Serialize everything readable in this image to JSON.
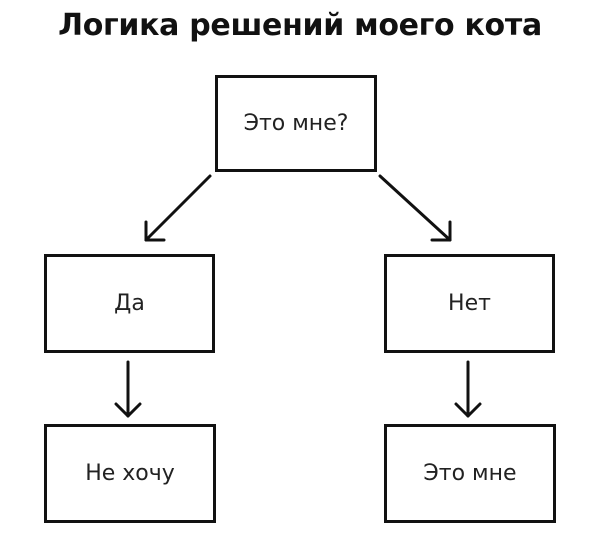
{
  "title": "Логика решений моего кота",
  "nodes": {
    "root": "Это мне?",
    "yes": "Да",
    "no": "Нет",
    "yes_result": "Не хочу",
    "no_result": "Это мне"
  },
  "edges": [
    {
      "from": "root",
      "to": "yes"
    },
    {
      "from": "root",
      "to": "no"
    },
    {
      "from": "yes",
      "to": "yes_result"
    },
    {
      "from": "no",
      "to": "no_result"
    }
  ]
}
